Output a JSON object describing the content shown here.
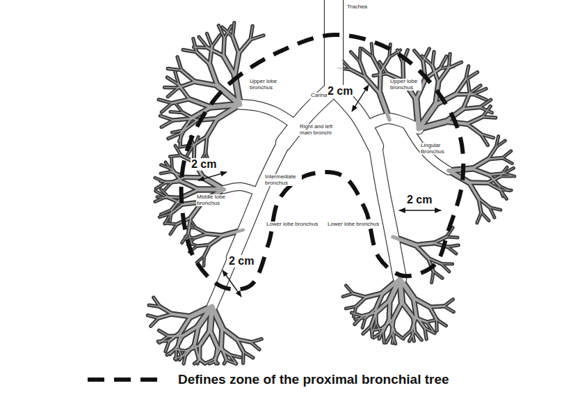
{
  "diagram": {
    "labels": [
      "Trachea",
      "Upper lobe bronchus",
      "Carina",
      "2 cm",
      "Upper lobe bronchus",
      "Right and left main bronchi",
      "Lingular Bronchus",
      "2 cm",
      "Middle lobe bronchus",
      "Intermediate bronchus",
      "2 cm",
      "Lower lobe bronchus",
      "Lower lobe bronchus",
      "2 cm"
    ],
    "legend": [
      {
        "text": "Defines zone of the proximal bronchial tree"
      }
    ]
  }
}
